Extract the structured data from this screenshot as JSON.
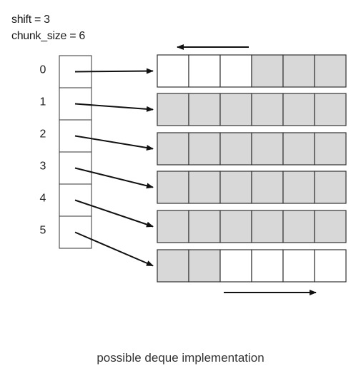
{
  "params": {
    "shift": "shift = 3",
    "chunk_size": "chunk_size = 6"
  },
  "caption": "possible deque implementation",
  "index_labels": [
    "0",
    "1",
    "2",
    "3",
    "4",
    "5"
  ],
  "colors": {
    "filled": "#d8d8d8",
    "empty": "#ffffff",
    "stroke": "#333333"
  },
  "chunks": [
    [
      false,
      false,
      false,
      true,
      true,
      true
    ],
    [
      true,
      true,
      true,
      true,
      true,
      true
    ],
    [
      true,
      true,
      true,
      true,
      true,
      true
    ],
    [
      true,
      true,
      true,
      true,
      true,
      true
    ],
    [
      true,
      true,
      true,
      true,
      true,
      true
    ],
    [
      true,
      true,
      false,
      false,
      false,
      false
    ]
  ]
}
